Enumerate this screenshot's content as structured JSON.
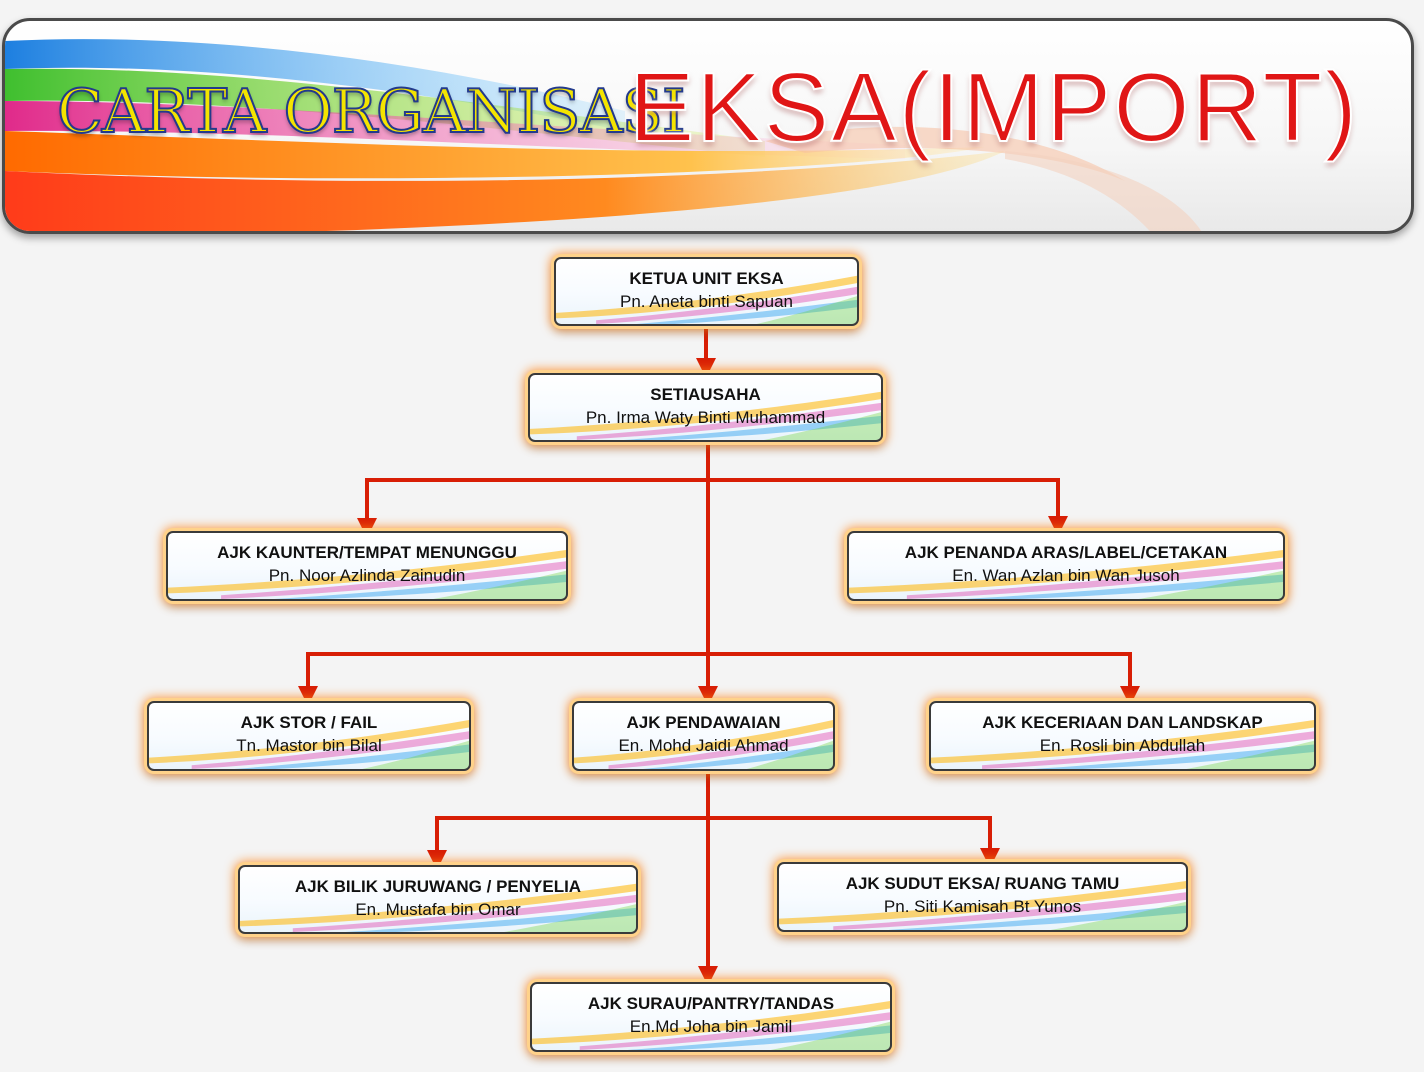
{
  "banner": {
    "title_left": "CARTA ORGANISASI",
    "title_right": "EKSA(IMPORT)"
  },
  "colors": {
    "connector": "#d81e05",
    "glow": "#ff8214",
    "title_left_fill": "#f4e400",
    "title_left_outline": "#233a8c",
    "title_right_fill": "#e01616"
  },
  "nodes": {
    "ketua": {
      "role": "KETUA UNIT EKSA",
      "name": "Pn. Aneta binti Sapuan"
    },
    "setiausaha": {
      "role": "SETIAUSAHA",
      "name": "Pn. Irma Waty Binti Muhammad"
    },
    "kaunter": {
      "role": "AJK KAUNTER/TEMPAT MENUNGGU",
      "name": "Pn. Noor Azlinda Zainudin"
    },
    "penanda": {
      "role": "AJK PENANDA ARAS/LABEL/CETAKAN",
      "name": "En. Wan Azlan bin Wan Jusoh"
    },
    "stor": {
      "role": "AJK STOR / FAIL",
      "name": "Tn. Mastor bin Bilal"
    },
    "pendawaian": {
      "role": "AJK PENDAWAIAN",
      "name": "En. Mohd Jaidi Ahmad"
    },
    "keceriaan": {
      "role": "AJK KECERIAAN DAN LANDSKAP",
      "name": "En. Rosli bin Abdullah"
    },
    "bilik": {
      "role": "AJK BILIK JURUWANG / PENYELIA",
      "name": "En. Mustafa bin Omar"
    },
    "sudut": {
      "role": "AJK SUDUT EKSA/ RUANG TAMU",
      "name": "Pn. Siti Kamisah Bt Yunos"
    },
    "surau": {
      "role": "AJK SURAU/PANTRY/TANDAS",
      "name": "En.Md Joha bin Jamil"
    }
  }
}
